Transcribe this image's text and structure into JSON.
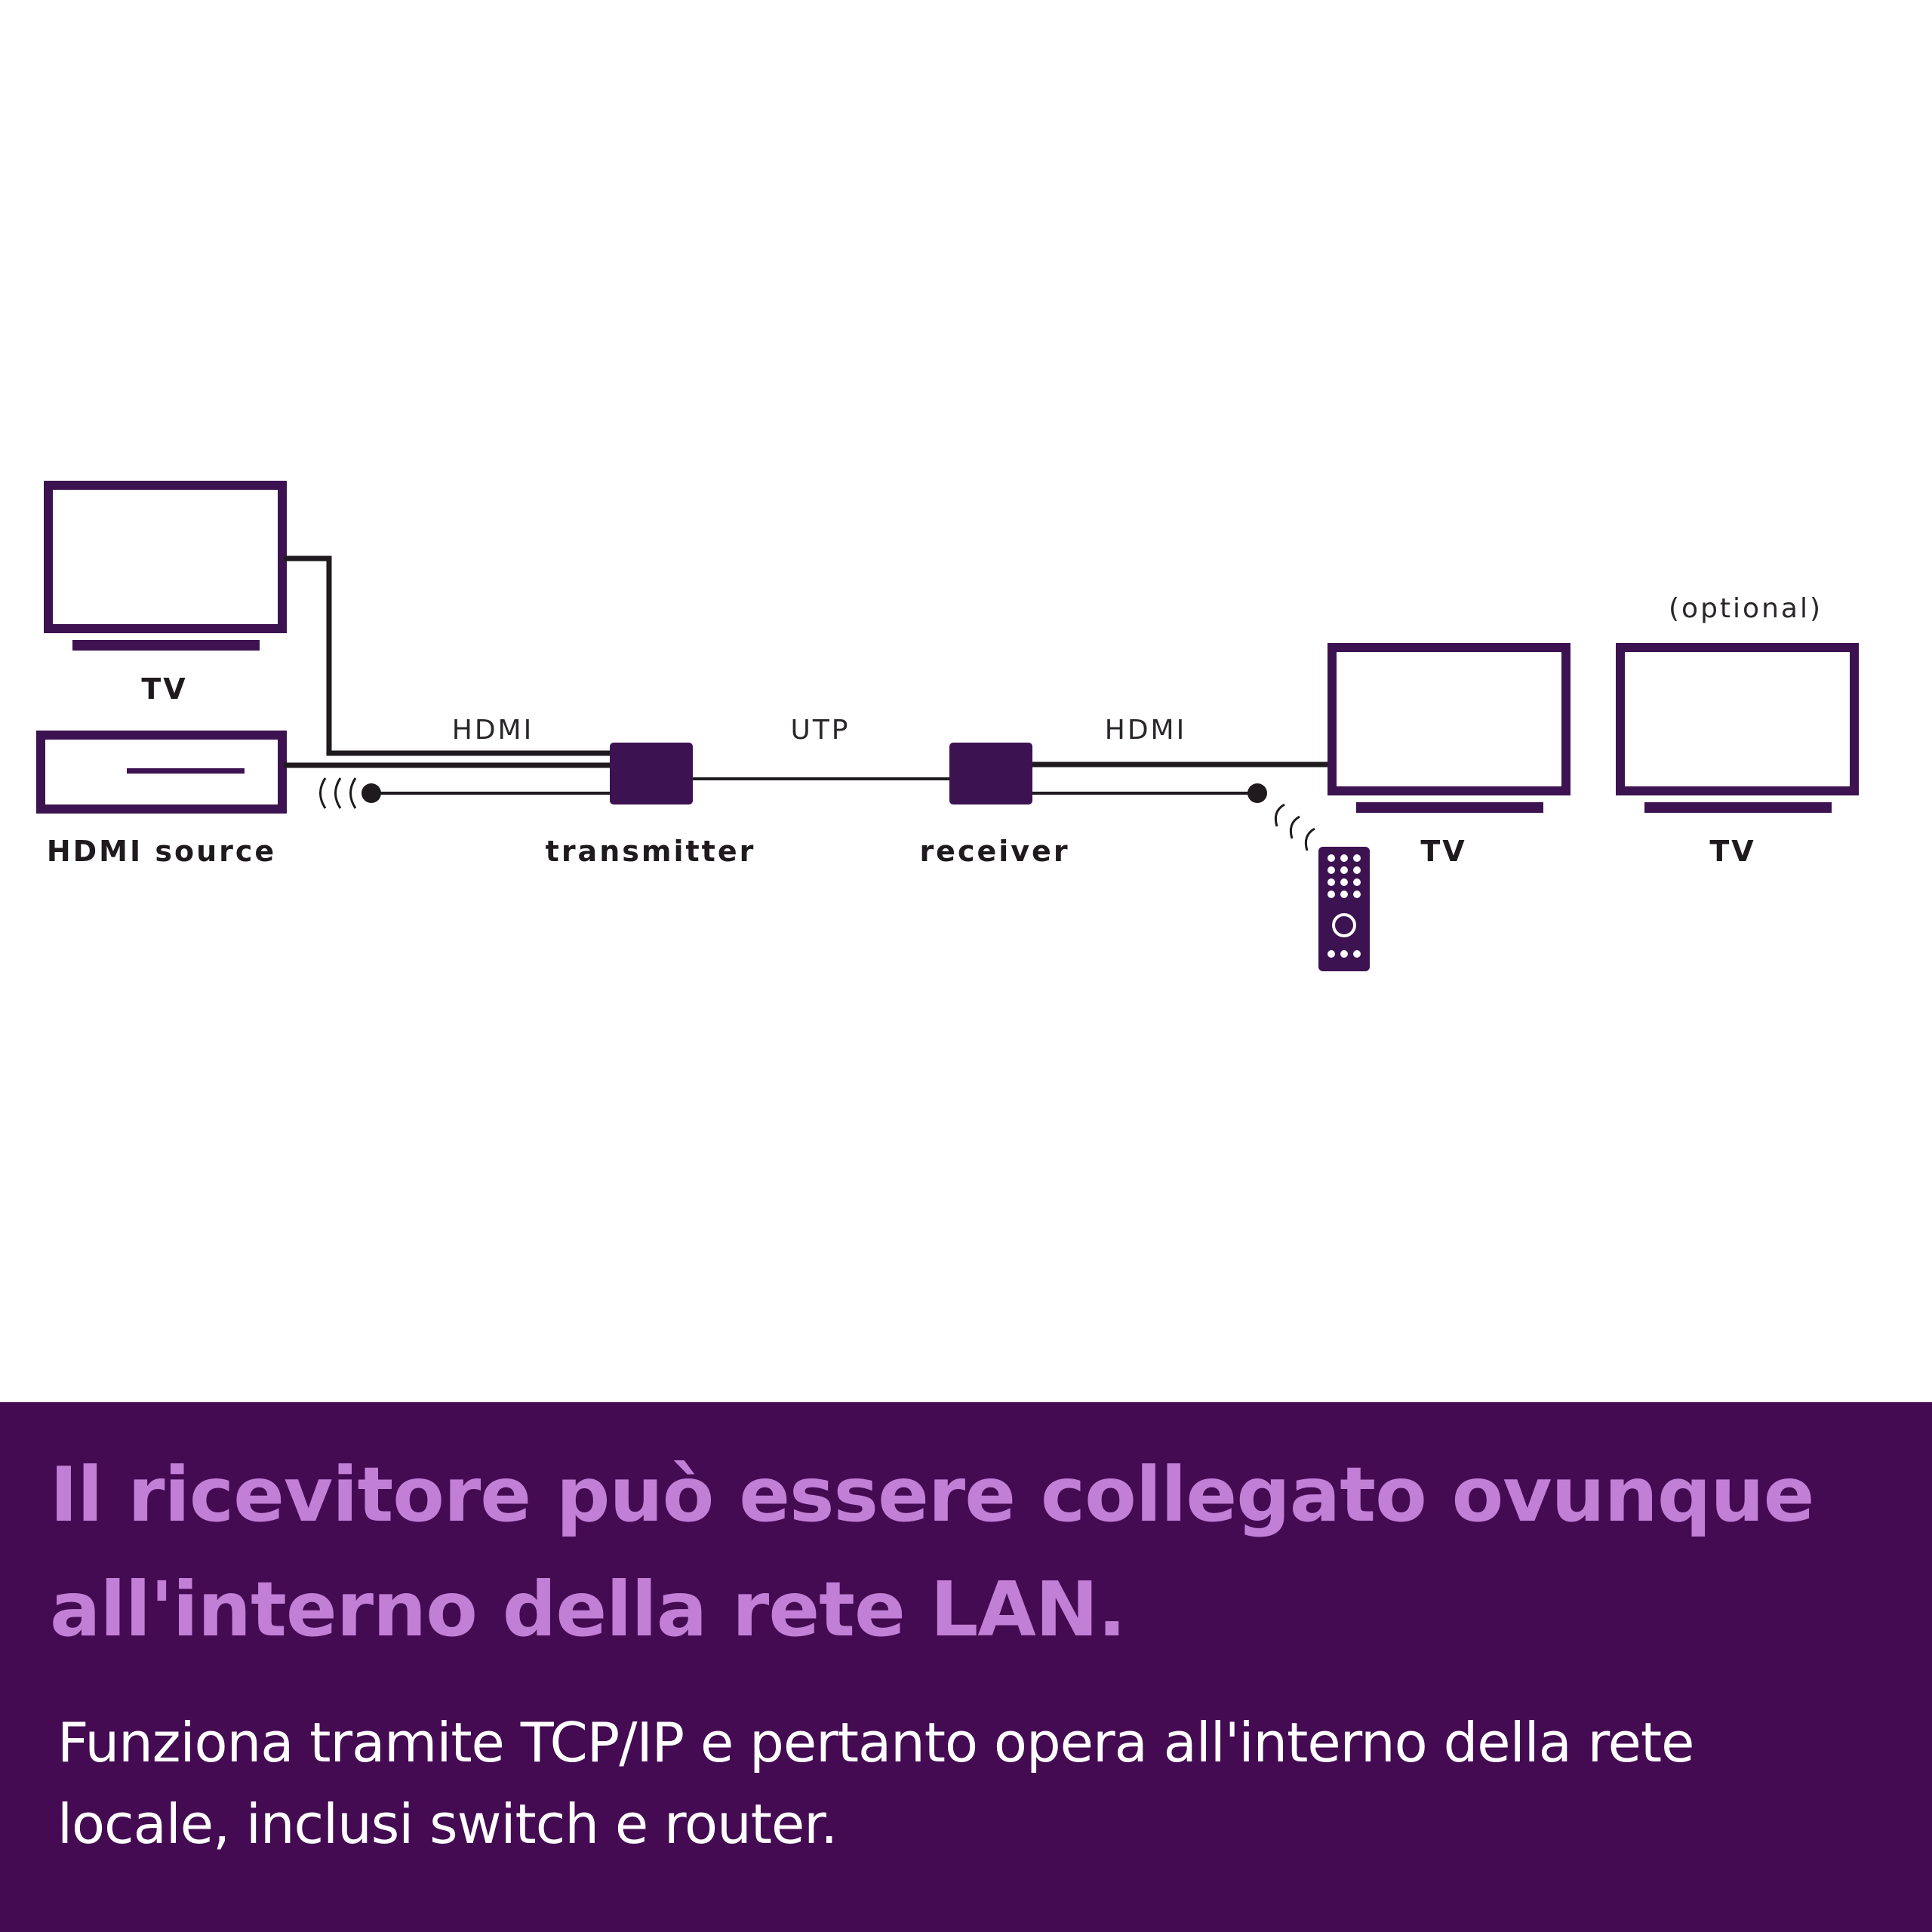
{
  "diagram": {
    "labels": {
      "tv_source": "TV",
      "hdmi_source": "HDMI source",
      "hdmi_left": "HDMI",
      "utp": "UTP",
      "hdmi_right": "HDMI",
      "transmitter": "transmitter",
      "receiver": "receiver",
      "tv_main": "TV",
      "tv_optional": "TV",
      "optional": "(optional)"
    },
    "icons": [
      "tv-icon",
      "hdmi-source-box-icon",
      "transmitter-icon",
      "receiver-icon",
      "remote-control-icon",
      "ir-signal-icon"
    ]
  },
  "banner": {
    "headline": "Il ricevitore può essere collegato ovunque all'interno della rete LAN.",
    "subtext": "Funziona tramite TCP/IP e pertanto opera all'interno della rete locale, inclusi switch e router."
  },
  "colors": {
    "device_purple": "#3d1250",
    "banner_bg": "#440b52",
    "headline": "#c27fd6",
    "subtext": "#ffffff",
    "cable": "#1e1a1e"
  }
}
